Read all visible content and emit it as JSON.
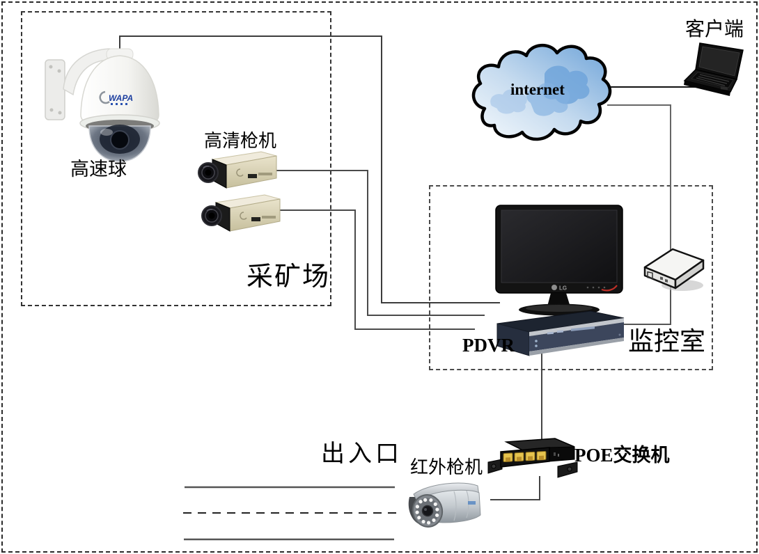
{
  "zones": {
    "mining_site": {
      "label": "采矿场"
    },
    "monitoring_room": {
      "label": "监控室"
    },
    "entrance": {
      "label": "出入口"
    }
  },
  "devices": {
    "speed_dome": {
      "label": "高速球",
      "logo": "WAPA"
    },
    "hd_box_camera": {
      "label": "高清枪机"
    },
    "internet_cloud": {
      "label": "internet"
    },
    "client_laptop": {
      "label": "客户端"
    },
    "monitor": {
      "brand": "LG"
    },
    "pdvr": {
      "label": "PDVR"
    },
    "poe_switch": {
      "label": "POE交换机"
    },
    "ir_camera": {
      "label": "红外枪机"
    }
  },
  "colors": {
    "cloud_blue": "#6ea3d8",
    "port_yellow": "#e6c44e",
    "camera_beige": "#ded8ba",
    "pdvr_slate": "#3c465c",
    "line_gray": "#3c3c3c"
  }
}
